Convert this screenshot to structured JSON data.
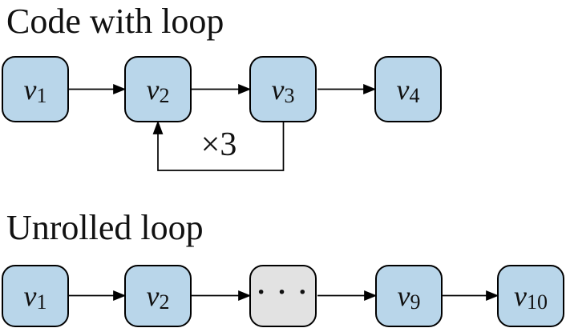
{
  "colors": {
    "node_fill": "#b9d6ea",
    "ellipsis_fill": "#e2e2e2",
    "line": "#000000",
    "background": "#ffffff"
  },
  "top_section": {
    "title": "Code with loop",
    "loop_label": "×3",
    "nodes": [
      {
        "base": "v",
        "sub": "1"
      },
      {
        "base": "v",
        "sub": "2"
      },
      {
        "base": "v",
        "sub": "3"
      },
      {
        "base": "v",
        "sub": "4"
      }
    ]
  },
  "bottom_section": {
    "title": "Unrolled loop",
    "nodes": [
      {
        "base": "v",
        "sub": "1"
      },
      {
        "base": "v",
        "sub": "2"
      },
      {
        "base": "· · ·",
        "sub": ""
      },
      {
        "base": "v",
        "sub": "9"
      },
      {
        "base": "v",
        "sub": "10"
      }
    ]
  }
}
